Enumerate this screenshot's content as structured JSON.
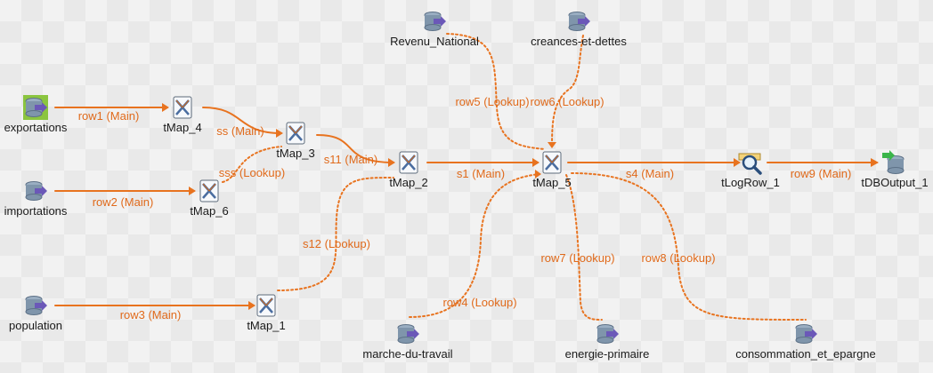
{
  "colors": {
    "connection": "#e8731f",
    "connection_text": "#e06a1b",
    "db_body": "#7f95ab",
    "db_arrow": "#6b58b8",
    "selected_bg": "#8bc53f",
    "output_arrow": "#3bb54a"
  },
  "components": {
    "exportations": {
      "label": "exportations",
      "icon": "database-input-icon"
    },
    "importations": {
      "label": "importations",
      "icon": "database-input-icon"
    },
    "population": {
      "label": "population",
      "icon": "database-input-icon"
    },
    "revenu_national": {
      "label": "Revenu_National",
      "icon": "database-input-icon"
    },
    "creances": {
      "label": "creances-et-dettes",
      "icon": "database-input-icon"
    },
    "marche": {
      "label": "marche-du-travail",
      "icon": "database-input-icon"
    },
    "energie": {
      "label": "energie-primaire",
      "icon": "database-input-icon"
    },
    "consommation": {
      "label": "consommation_et_epargne",
      "icon": "database-input-icon"
    },
    "tmap4": {
      "label": "tMap_4",
      "icon": "tmap-icon"
    },
    "tmap3": {
      "label": "tMap_3",
      "icon": "tmap-icon"
    },
    "tmap6": {
      "label": "tMap_6",
      "icon": "tmap-icon"
    },
    "tmap2": {
      "label": "tMap_2",
      "icon": "tmap-icon"
    },
    "tmap1": {
      "label": "tMap_1",
      "icon": "tmap-icon"
    },
    "tmap5": {
      "label": "tMap_5",
      "icon": "tmap-icon"
    },
    "tlogrow": {
      "label": "tLogRow_1",
      "icon": "tlogrow-icon"
    },
    "tdboutput": {
      "label": "tDBOutput_1",
      "icon": "database-output-icon"
    }
  },
  "connections": {
    "row1": "row1 (Main)",
    "row2": "row2 (Main)",
    "row3": "row3 (Main)",
    "ss": "ss (Main)",
    "sss": "sss (Lookup)",
    "s11": "s11 (Main)",
    "s12": "s12 (Lookup)",
    "s1": "s1 (Main)",
    "row5": "row5 (Lookup)",
    "row6": "row6 (Lookup)",
    "s4": "s4 (Main)",
    "row9": "row9 (Main)",
    "row4": "row4 (Lookup)",
    "row7": "row7 (Lookup)",
    "row8": "row8 (Lookup)"
  }
}
